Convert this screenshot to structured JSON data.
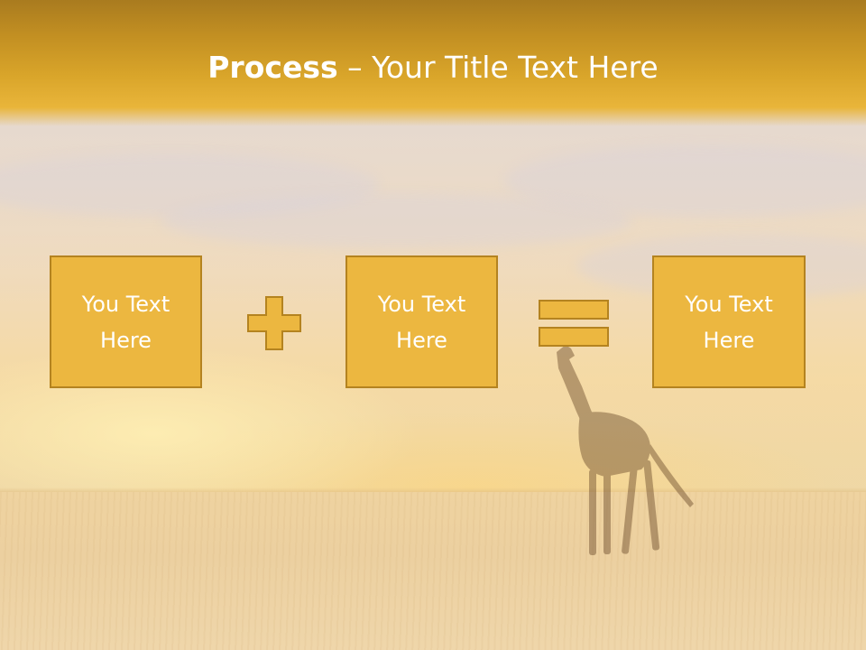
{
  "slide": {
    "title_bold": "Process",
    "title_dash": " – ",
    "title_rest": "Your Title Text Here",
    "boxes": [
      {
        "line1": "You Text",
        "line2": "Here"
      },
      {
        "line1": "You Text",
        "line2": "Here"
      },
      {
        "line1": "You Text",
        "line2": "Here"
      }
    ],
    "operators": {
      "first": "plus-icon",
      "second": "equals-icon"
    },
    "colors": {
      "header_top": "#a97b1f",
      "header_bottom": "#e9b53a",
      "box_fill": "#ecb740",
      "box_border": "#b48320",
      "text": "#ffffff"
    }
  }
}
